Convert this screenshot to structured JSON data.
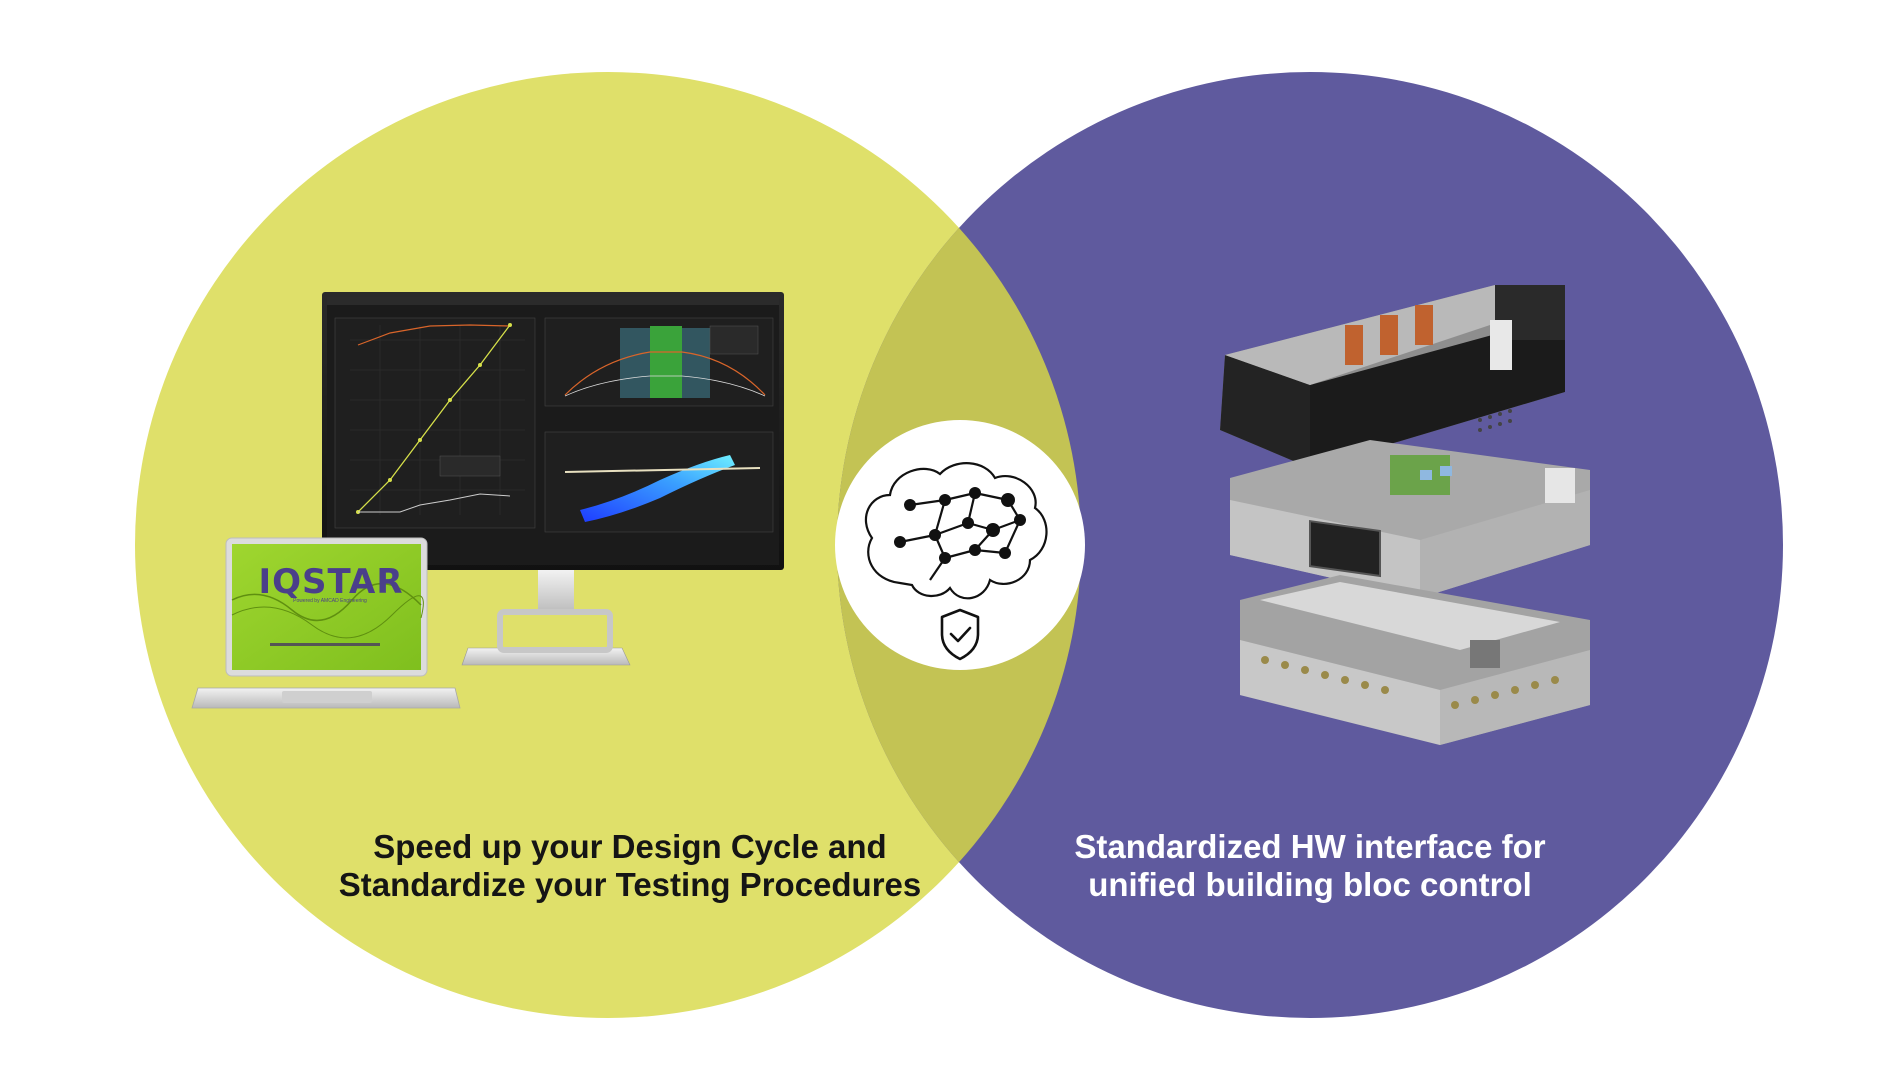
{
  "colors": {
    "left_circle": "#dfe06a",
    "right_circle": "#5f5a9e",
    "overlap": "#c3c354",
    "center_badge": "#ffffff",
    "text_dark": "#151515",
    "text_light": "#ffffff"
  },
  "left": {
    "caption_line1": "Speed up your Design Cycle and",
    "caption_line2": "Standardize your Testing Procedures",
    "laptop_logo": "IQSTAR",
    "laptop_logo_sub": "Powered by AMCAD Engineering"
  },
  "right": {
    "caption_line1": "Standardized HW interface for",
    "caption_line2": "unified building bloc control"
  },
  "center": {
    "icons": [
      "brain-network-icon",
      "shield-check-icon"
    ]
  }
}
